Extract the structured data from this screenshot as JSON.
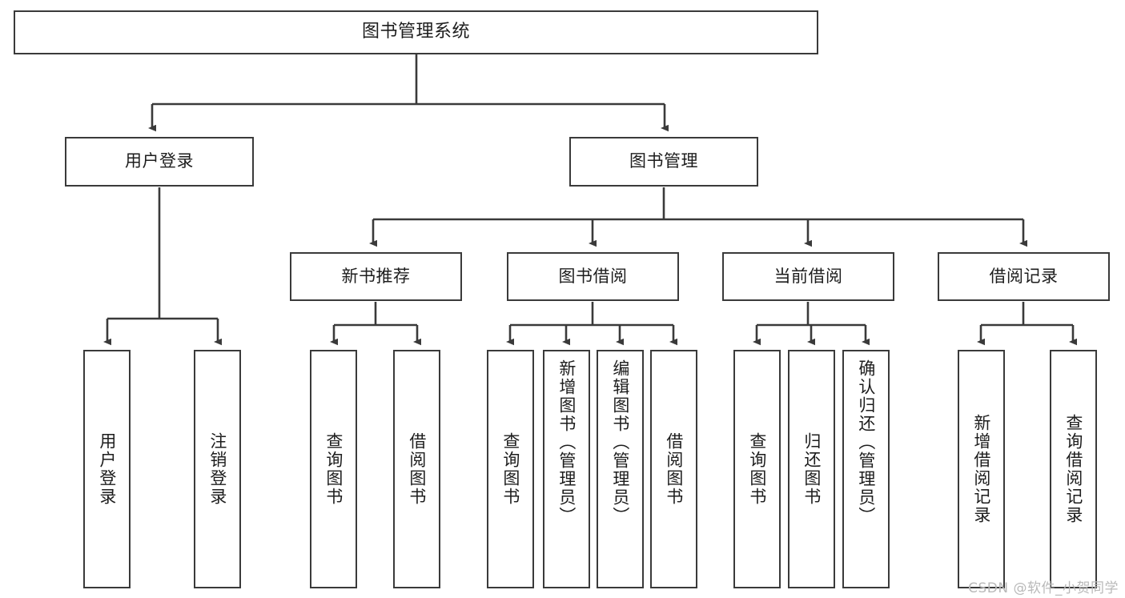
{
  "diagram": {
    "title": "图书管理系统",
    "type": "functional-decomposition-tree",
    "root": {
      "id": "root",
      "label": "图书管理系统"
    },
    "level2": [
      {
        "id": "user-login",
        "label": "用户登录"
      },
      {
        "id": "book-management",
        "label": "图书管理"
      }
    ],
    "level3": [
      {
        "id": "new-book-recommend",
        "label": "新书推荐",
        "parent": "book-management"
      },
      {
        "id": "book-borrow",
        "label": "图书借阅",
        "parent": "book-management"
      },
      {
        "id": "current-borrow",
        "label": "当前借阅",
        "parent": "book-management"
      },
      {
        "id": "borrow-record",
        "label": "借阅记录",
        "parent": "book-management"
      }
    ],
    "leaves": {
      "user_login": [
        {
          "id": "leaf-user-login",
          "label": "用户登录"
        },
        {
          "id": "leaf-user-logout",
          "label": "注销登录"
        }
      ],
      "new_book_recommend": [
        {
          "id": "leaf-query-book-1",
          "label": "查询图书"
        },
        {
          "id": "leaf-borrow-book-1",
          "label": "借阅图书"
        }
      ],
      "book_borrow": [
        {
          "id": "leaf-query-book-2",
          "label": "查询图书"
        },
        {
          "id": "leaf-add-book",
          "label": "新增图书（管理员）"
        },
        {
          "id": "leaf-edit-book",
          "label": "编辑图书（管理员）"
        },
        {
          "id": "leaf-borrow-book-2",
          "label": "借阅图书"
        }
      ],
      "current_borrow": [
        {
          "id": "leaf-query-book-3",
          "label": "查询图书"
        },
        {
          "id": "leaf-return-book",
          "label": "归还图书"
        },
        {
          "id": "leaf-confirm-return",
          "label": "确认归还（管理员）"
        }
      ],
      "borrow_record": [
        {
          "id": "leaf-add-record",
          "label": "新增借阅记录"
        },
        {
          "id": "leaf-query-record",
          "label": "查询借阅记录"
        }
      ]
    }
  },
  "watermark": {
    "text": "CSDN @软件_小贺同学"
  },
  "colors": {
    "stroke": "#3a3a3a",
    "text": "#1d1d1d",
    "background": "#ffffff",
    "watermark": "#b9b9b9"
  }
}
